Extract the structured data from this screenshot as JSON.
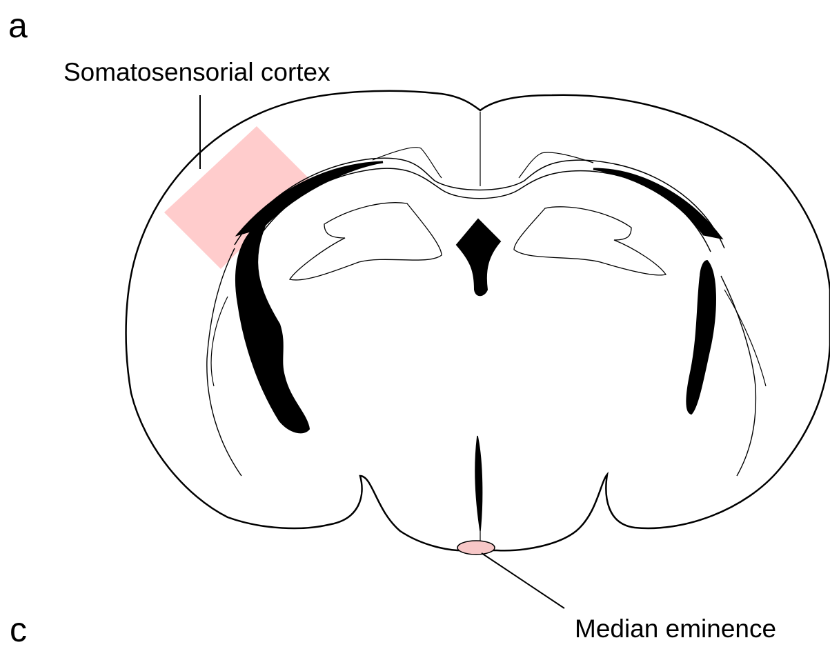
{
  "panels": {
    "top_letter": "a",
    "bottom_letter": "c"
  },
  "labels": {
    "somatosensorial_cortex": "Somatosensorial cortex",
    "median_eminence": "Median eminence"
  },
  "colors": {
    "outline": "#000000",
    "highlight": "#ffcccc",
    "eminence_fill": "#f7c7c7",
    "background": "#ffffff"
  }
}
